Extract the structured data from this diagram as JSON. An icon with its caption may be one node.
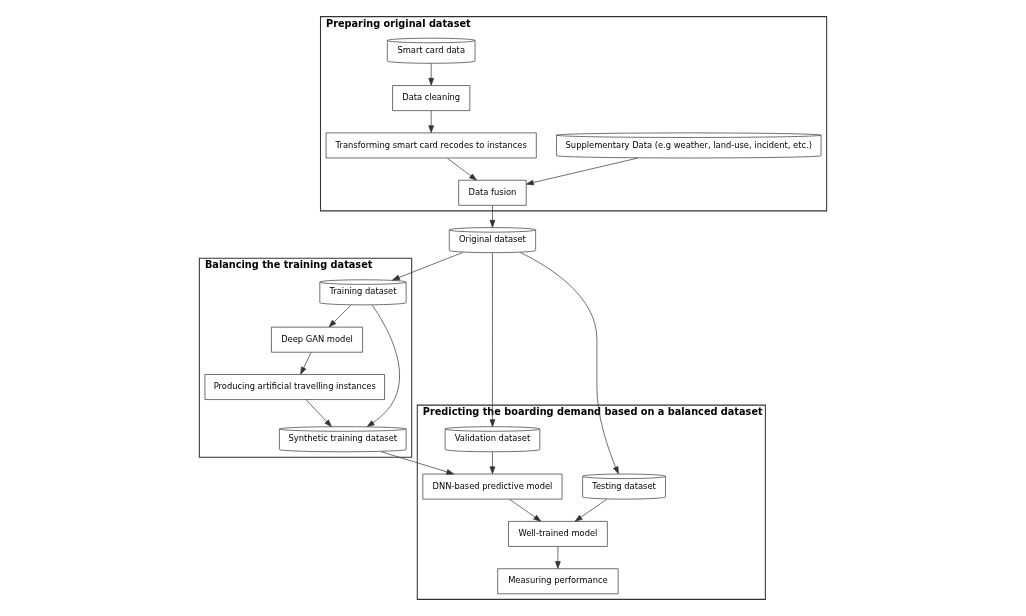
{
  "diagram": {
    "nodes": [
      {
        "text": [
          "Preparing original dataset"
        ]
      },
      {
        "text": [
          "Supplementary Data (e.g weather, land-use, incident, etc.)"
        ],
        "in": 0
      },
      {
        "text": [
          "Smart card data"
        ],
        "in": 0
      },
      {
        "text": [
          "Data cleaning"
        ],
        "in": 0
      },
      {
        "text": [
          "Transforming smart card recodes to instances"
        ],
        "in": 0
      },
      {
        "text": [
          "Data fusion"
        ],
        "in": 0
      },
      {
        "text": [
          "Original dataset"
        ]
      },
      {
        "text": [
          "Balancing the training dataset"
        ]
      },
      {
        "text": [
          "Training dataset"
        ],
        "in": 7
      },
      {
        "text": [
          "Deep GAN model"
        ],
        "in": 7
      },
      {
        "text": [
          "Producing artificial travelling instances"
        ],
        "in": 7
      },
      {
        "text": [
          "Synthetic training dataset"
        ],
        "in": 7
      },
      {
        "text": [
          "Predicting the boarding demand based on a balanced dataset"
        ]
      },
      {
        "text": [
          "Validation dataset"
        ],
        "in": 12
      },
      {
        "text": [
          "Testing dataset"
        ],
        "in": 12
      },
      {
        "text": [
          "DNN-based predictive model"
        ],
        "in": 12
      },
      {
        "text": [
          "Well-trained model"
        ],
        "in": 12
      },
      {
        "text": [
          "Measuring performance"
        ],
        "in": 12
      }
    ],
    "edges": [
      {
        "from": 2,
        "to": 3,
        "arrow": "to"
      },
      {
        "from": 3,
        "to": 4,
        "arrow": "to"
      },
      {
        "from": 4,
        "to": 5,
        "arrow": "to"
      },
      {
        "from": 1,
        "to": 5,
        "arrow": "to"
      },
      {
        "from": 5,
        "to": 6,
        "arrow": "to"
      },
      {
        "from": 6,
        "to": 8,
        "arrow": "to"
      },
      {
        "from": 6,
        "to": 13,
        "arrow": "to"
      },
      {
        "from": 6,
        "to": 14,
        "arrow": "to"
      },
      {
        "from": 8,
        "to": 9,
        "arrow": "to"
      },
      {
        "from": 9,
        "to": 10,
        "arrow": "to"
      },
      {
        "from": 10,
        "to": 11,
        "arrow": "to"
      },
      {
        "from": 8,
        "to": 11,
        "arrow": "to"
      },
      {
        "from": 11,
        "to": 15,
        "arrow": "to"
      },
      {
        "from": 13,
        "to": 15,
        "arrow": "to"
      },
      {
        "from": 15,
        "to": 16,
        "arrow": "to"
      },
      {
        "from": 14,
        "to": 16,
        "arrow": "to"
      },
      {
        "from": 16,
        "to": 17,
        "arrow": "to"
      }
    ]
  }
}
